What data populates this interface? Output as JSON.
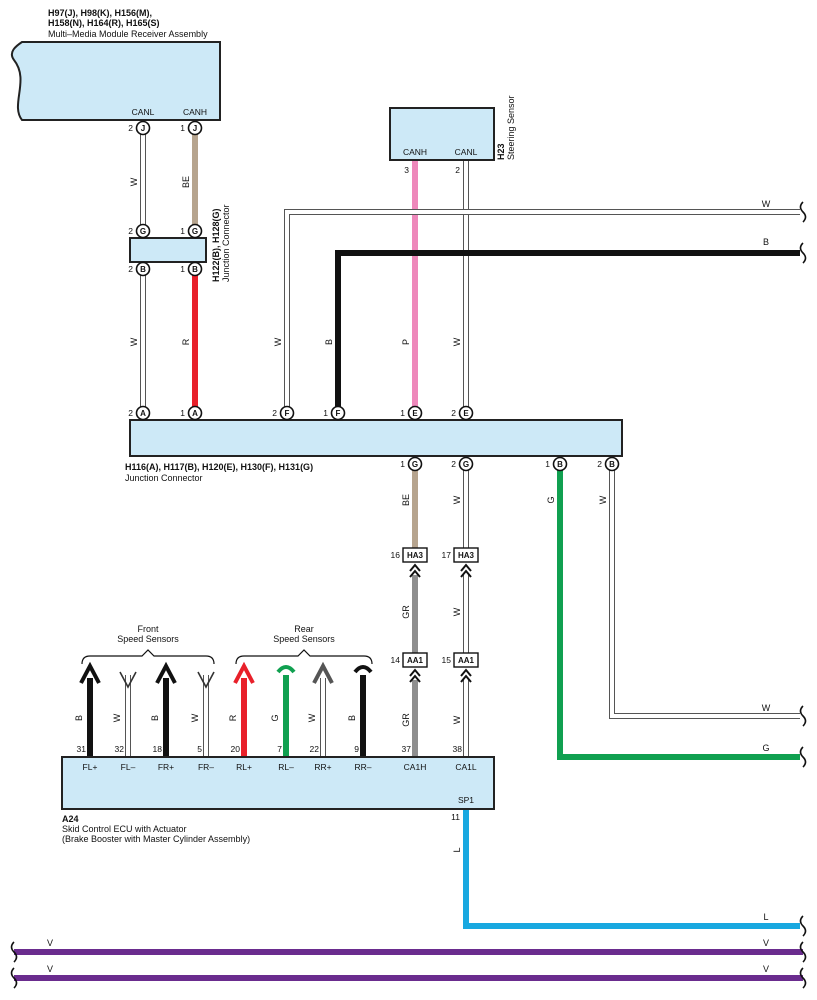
{
  "colors": {
    "W": "#ffffff",
    "B": "#111111",
    "BE": "#b6a48e",
    "R": "#e8202a",
    "P": "#ee88bb",
    "G": "#10a050",
    "GR": "#8e8e8e",
    "L": "#18a8e0",
    "V": "#6a2c8e",
    "box": "#cde9f7"
  },
  "components": {
    "mm_receiver": {
      "code": "H97(J), H98(K), H156(M),",
      "code2": "H158(N), H164(R), H165(S)",
      "name": "Multi–Media Module Receiver Assembly",
      "pin_canl": "CANL",
      "pin_canh": "CANH"
    },
    "h122": {
      "code": "H122(B), H128(G)",
      "name": "Junction Connector"
    },
    "steering": {
      "code": "H23",
      "name": "Steering Sensor",
      "pin_canh": "CANH",
      "pin_canl": "CANL"
    },
    "h116": {
      "code": "H116(A), H117(B), H120(E), H130(F), H131(G)",
      "name": "Junction Connector"
    },
    "a24": {
      "code": "A24",
      "name": "Skid Control ECU with Actuator",
      "name2": "(Brake Booster with Master Cylinder Assembly)"
    },
    "front_sensors": {
      "line1": "Front",
      "line2": "Speed Sensors"
    },
    "rear_sensors": {
      "line1": "Rear",
      "line2": "Speed Sensors"
    }
  },
  "ecu_pins": [
    {
      "num": "31",
      "label": "FL+",
      "wire": "B",
      "dir": "up"
    },
    {
      "num": "32",
      "label": "FL–",
      "wire": "W",
      "dir": "down"
    },
    {
      "num": "18",
      "label": "FR+",
      "wire": "B",
      "dir": "up"
    },
    {
      "num": "5",
      "label": "FR–",
      "wire": "W",
      "dir": "down"
    },
    {
      "num": "20",
      "label": "RL+",
      "wire": "R",
      "dir": "up"
    },
    {
      "num": "7",
      "label": "RL–",
      "wire": "G",
      "dir": "down"
    },
    {
      "num": "22",
      "label": "RR+",
      "wire": "W",
      "dir": "up"
    },
    {
      "num": "9",
      "label": "RR–",
      "wire": "B",
      "dir": "down"
    },
    {
      "num": "37",
      "label": "CA1H",
      "wire": "GR"
    },
    {
      "num": "38",
      "label": "CA1L",
      "wire": "W"
    }
  ],
  "sp1": {
    "label": "SP1",
    "num": "11",
    "wire": "L"
  },
  "upper_pins": [
    {
      "num": "2",
      "letter": "J",
      "wire": "W"
    },
    {
      "num": "1",
      "letter": "J",
      "wire": "BE"
    },
    {
      "num": "2",
      "letter": "G"
    },
    {
      "num": "1",
      "letter": "G"
    },
    {
      "num": "2",
      "letter": "B",
      "wire": "W"
    },
    {
      "num": "1",
      "letter": "B",
      "wire": "R"
    }
  ],
  "h116_top_pins": [
    {
      "num": "2",
      "letter": "A"
    },
    {
      "num": "1",
      "letter": "A"
    },
    {
      "num": "2",
      "letter": "F",
      "wire": "W"
    },
    {
      "num": "1",
      "letter": "F",
      "wire": "B"
    },
    {
      "num": "1",
      "letter": "E",
      "wire": "P"
    },
    {
      "num": "2",
      "letter": "E",
      "wire": "W"
    }
  ],
  "h116_bottom_pins": [
    {
      "num": "1",
      "letter": "G",
      "wire": "BE"
    },
    {
      "num": "2",
      "letter": "G",
      "wire": "W"
    },
    {
      "num": "1",
      "letter": "B",
      "wire": "G"
    },
    {
      "num": "2",
      "letter": "B",
      "wire": "W"
    }
  ],
  "steering_pins": [
    "3",
    "2"
  ],
  "ha3": {
    "label": "HA3",
    "left_num": "16",
    "right_num": "17",
    "left_wire_below": "GR",
    "right_wire_below": "W"
  },
  "aa1": {
    "label": "AA1",
    "left_num": "14",
    "right_num": "15",
    "left_wire_below": "GR",
    "right_wire_below": "W"
  },
  "right_edge_labels": [
    "W",
    "B",
    "W",
    "G",
    "L"
  ],
  "bottom_bus": [
    {
      "left_label": "V",
      "right_label": "V"
    },
    {
      "left_label": "V",
      "right_label": "V"
    }
  ]
}
